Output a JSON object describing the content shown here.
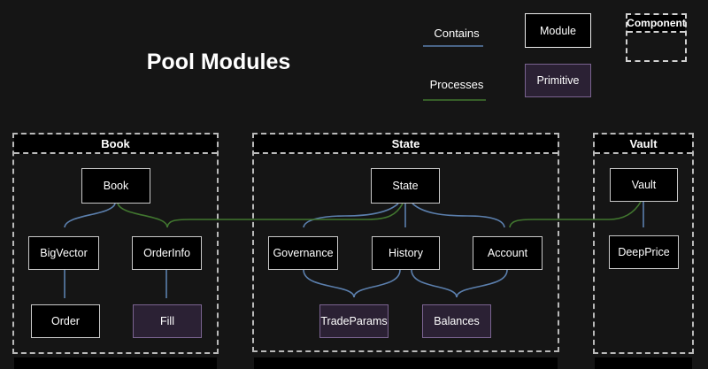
{
  "title": "Pool Modules",
  "legend": {
    "contains": "Contains",
    "processes": "Processes",
    "module": "Module",
    "primitive": "Primitive",
    "component": "Component"
  },
  "containers": {
    "book": {
      "label": "Book"
    },
    "state": {
      "label": "State"
    },
    "vault": {
      "label": "Vault"
    }
  },
  "nodes": {
    "book": {
      "label": "Book",
      "type": "module"
    },
    "bigvector": {
      "label": "BigVector",
      "type": "module"
    },
    "orderinfo": {
      "label": "OrderInfo",
      "type": "module"
    },
    "order": {
      "label": "Order",
      "type": "module"
    },
    "fill": {
      "label": "Fill",
      "type": "primitive"
    },
    "state": {
      "label": "State",
      "type": "module"
    },
    "governance": {
      "label": "Governance",
      "type": "module"
    },
    "history": {
      "label": "History",
      "type": "module"
    },
    "account": {
      "label": "Account",
      "type": "module"
    },
    "tradeparams": {
      "label": "TradeParams",
      "type": "primitive"
    },
    "balances": {
      "label": "Balances",
      "type": "primitive"
    },
    "vault": {
      "label": "Vault",
      "type": "module"
    },
    "deepprice": {
      "label": "DeepPrice",
      "type": "module"
    }
  },
  "edges": [
    {
      "from": "book",
      "to": "bigvector",
      "type": "contains"
    },
    {
      "from": "bigvector",
      "to": "order",
      "type": "contains"
    },
    {
      "from": "orderinfo",
      "to": "fill",
      "type": "contains"
    },
    {
      "from": "state",
      "to": "governance",
      "type": "contains"
    },
    {
      "from": "state",
      "to": "history",
      "type": "contains"
    },
    {
      "from": "state",
      "to": "account",
      "type": "contains"
    },
    {
      "from": "governance",
      "to": "tradeparams",
      "type": "contains"
    },
    {
      "from": "history",
      "to": "tradeparams",
      "type": "contains"
    },
    {
      "from": "history",
      "to": "balances",
      "type": "contains"
    },
    {
      "from": "account",
      "to": "balances",
      "type": "contains"
    },
    {
      "from": "vault",
      "to": "deepprice",
      "type": "contains"
    },
    {
      "from": "book",
      "to": "orderinfo",
      "type": "processes"
    },
    {
      "from": "state",
      "to": "orderinfo",
      "type": "processes"
    },
    {
      "from": "vault",
      "to": "account",
      "type": "processes"
    }
  ],
  "colors": {
    "background": "#151515",
    "module_fill": "#000000",
    "module_border": "#c9c9c9",
    "primitive_fill": "#2b2134",
    "primitive_border": "#7a6390",
    "contains_edge": "#5b7fad",
    "processes_edge": "#41762f",
    "text": "#ffffff"
  }
}
